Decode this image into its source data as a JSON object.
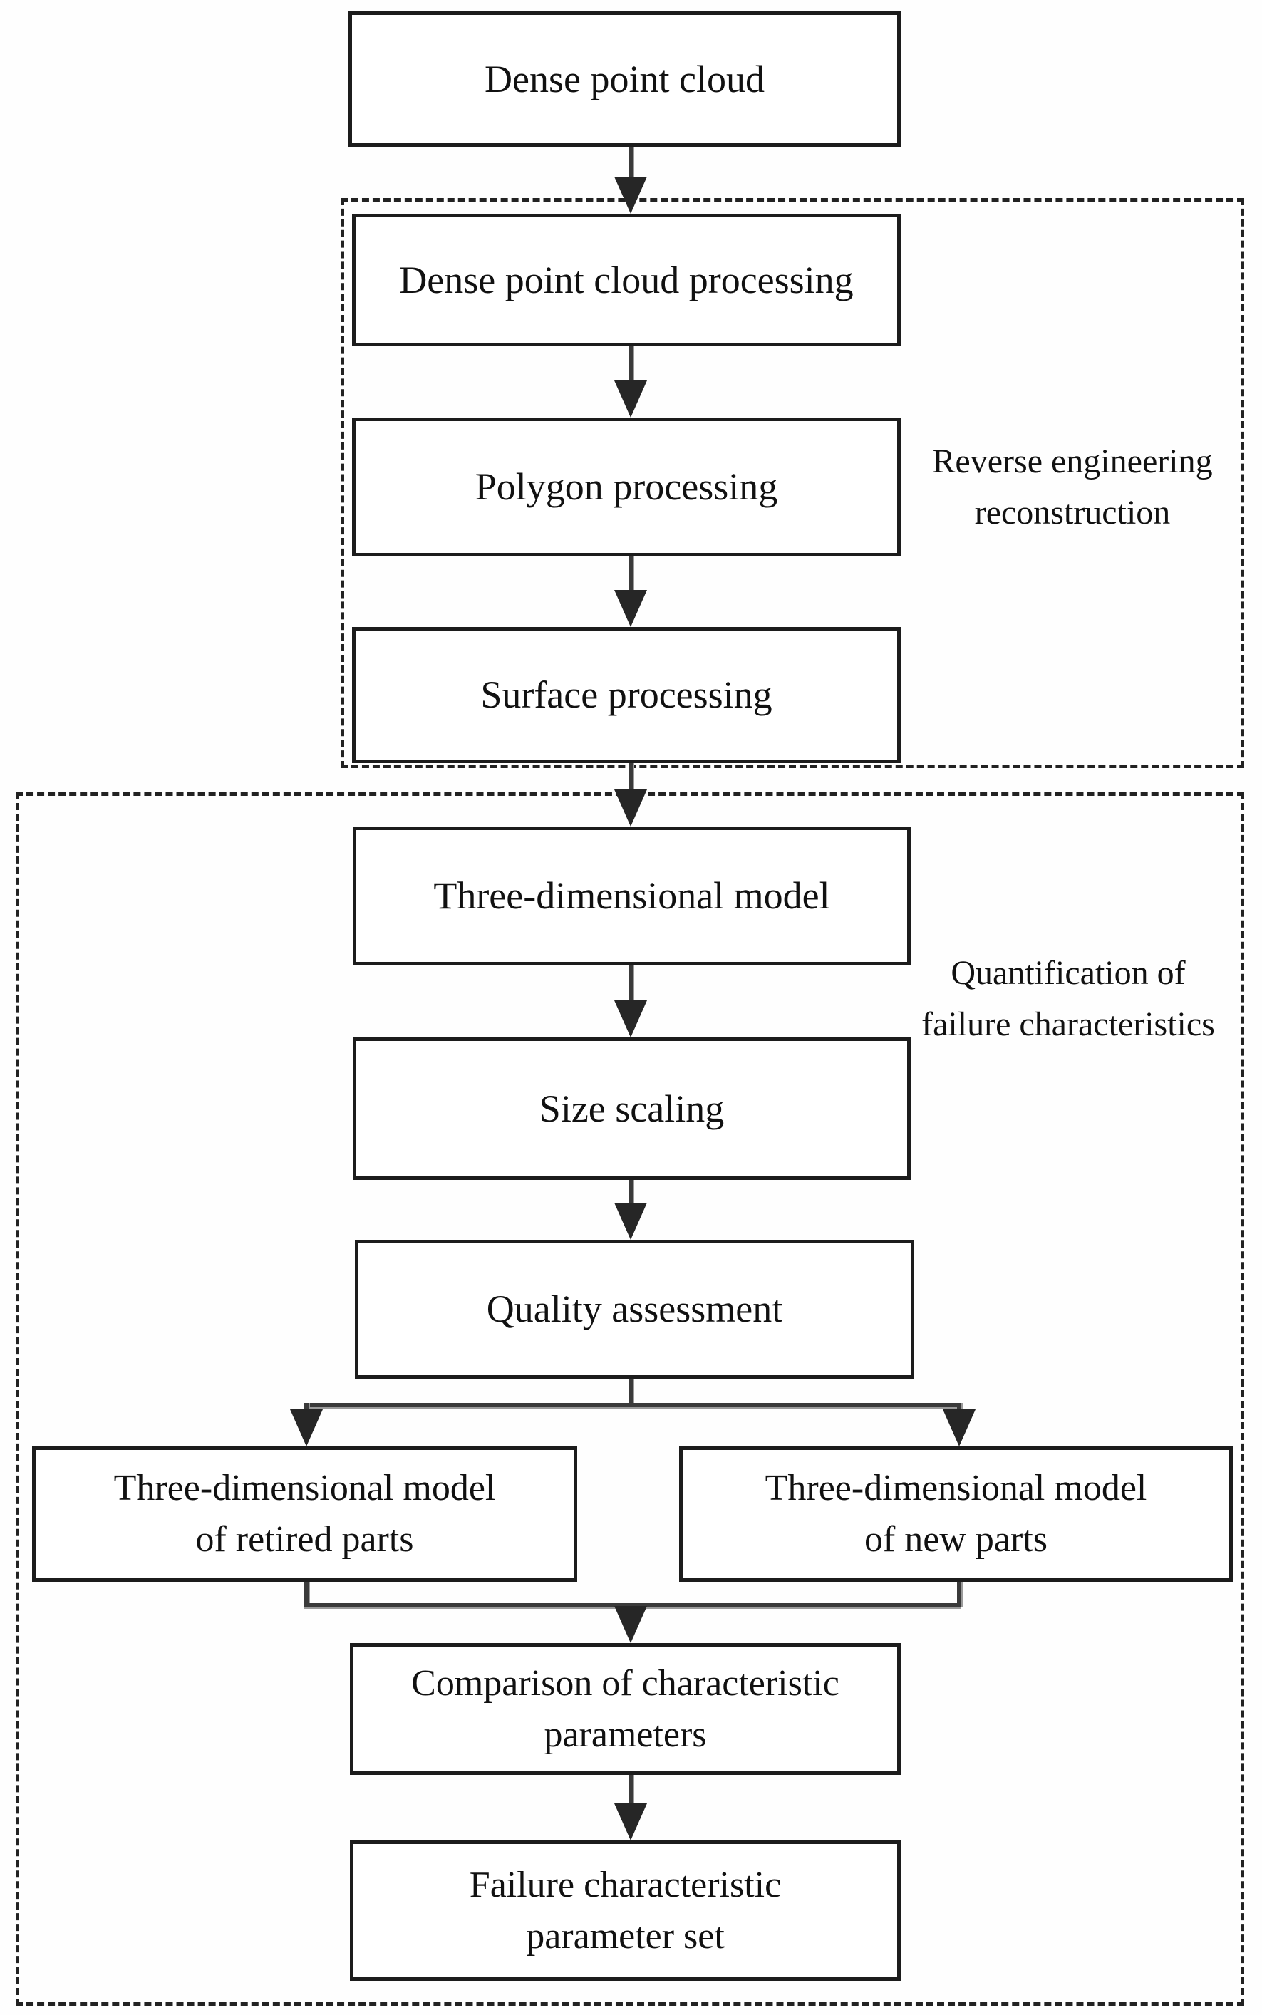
{
  "flowchart": {
    "nodes": {
      "dense_point_cloud": {
        "label": "Dense point cloud"
      },
      "dense_point_cloud_processing": {
        "label": "Dense point cloud processing"
      },
      "polygon_processing": {
        "label": "Polygon processing"
      },
      "surface_processing": {
        "label": "Surface processing"
      },
      "three_dimensional_model": {
        "label": "Three-dimensional model"
      },
      "size_scaling": {
        "label": "Size scaling"
      },
      "quality_assessment": {
        "label": "Quality assessment"
      },
      "retired_parts_model": {
        "line1": "Three-dimensional model",
        "line2": "of retired parts"
      },
      "new_parts_model": {
        "line1": "Three-dimensional model",
        "line2": "of new parts"
      },
      "comparison_parameters": {
        "line1": "Comparison of characteristic",
        "line2": "parameters"
      },
      "failure_parameter_set": {
        "line1": "Failure characteristic",
        "line2": "parameter set"
      }
    },
    "groups": {
      "reverse_engineering": {
        "line1": "Reverse engineering",
        "line2": "reconstruction"
      },
      "quantification": {
        "line1": "Quantification of",
        "line2": "failure characteristics"
      }
    },
    "colors": {
      "background": "#ffffff",
      "box_border": "#1c1c1c",
      "dashed_border": "#222222",
      "connector": "#3a3a3a",
      "arrowhead": "#262626",
      "text": "#111111"
    }
  }
}
